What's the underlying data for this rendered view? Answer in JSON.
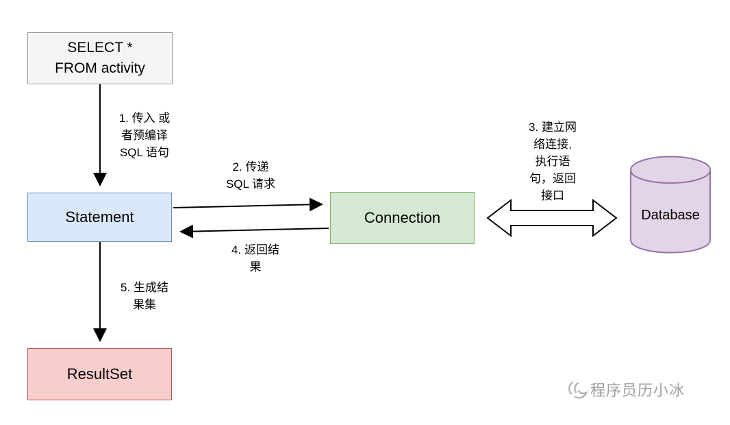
{
  "nodes": {
    "sql_query": {
      "label": "SELECT *\nFROM activity"
    },
    "statement": {
      "label": "Statement"
    },
    "connection": {
      "label": "Connection"
    },
    "database": {
      "label": "Database"
    },
    "resultset": {
      "label": "ResultSet"
    }
  },
  "steps": {
    "step1": {
      "label": "1. 传入 或\n者预编译\nSQL 语句"
    },
    "step2": {
      "label": "2. 传递\nSQL 请求"
    },
    "step3": {
      "label": "3. 建立网\n络连接,\n执行语\n句，返回\n接口"
    },
    "step4": {
      "label": "4. 返回结\n果"
    },
    "step5": {
      "label": "5. 生成结\n果集"
    }
  },
  "watermark": {
    "text": "程序员历小冰"
  },
  "colors": {
    "sql_box_bg": "#f5f5f5",
    "sql_box_border": "#999999",
    "statement_bg": "#dae8fc",
    "statement_border": "#6c8ebf",
    "connection_bg": "#d5e8d4",
    "connection_border": "#82b366",
    "resultset_bg": "#f8cecc",
    "resultset_border": "#b85450",
    "database_bg": "#e1d5e7",
    "database_border": "#9673a6",
    "arrow": "#000000",
    "watermark_text": "#9e9e9e"
  }
}
